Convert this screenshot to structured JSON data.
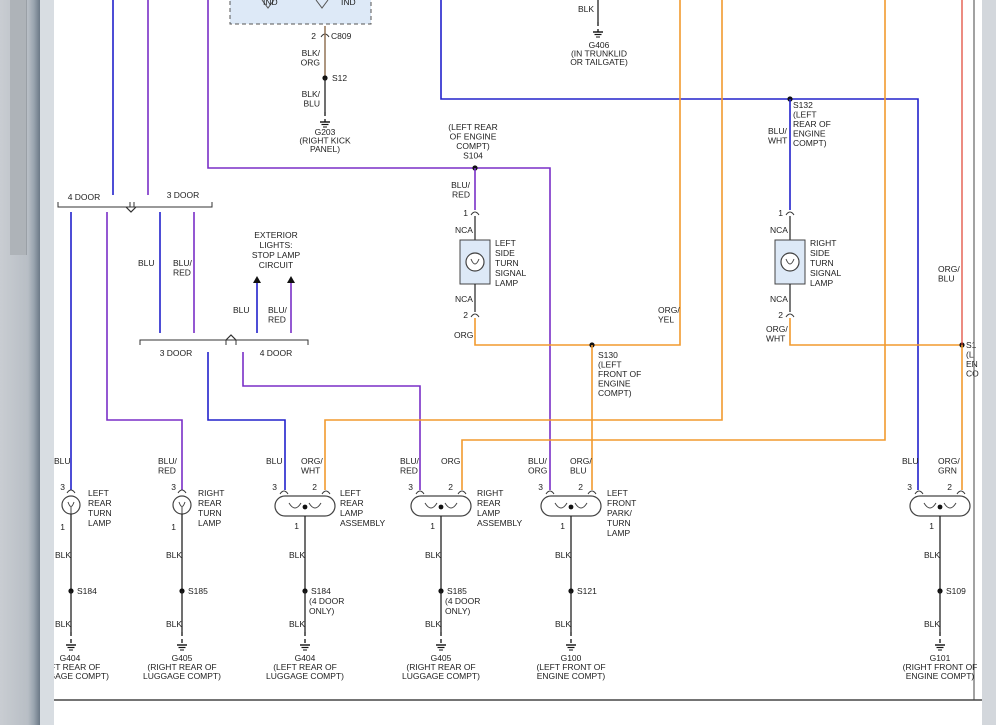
{
  "colors": {
    "blue": "#2222cc",
    "purple": "#7a2fc7",
    "orange": "#f29a2e",
    "black": "#222222",
    "brown": "#8a6a4a",
    "red": "#e0402e",
    "bulb_fill": "#dde9f7"
  },
  "top_items": {
    "ind_labels": [
      "IND",
      "IND"
    ],
    "c809_pin": "2",
    "c809": "C809",
    "wire_blk_org": [
      "BLK/",
      "ORG"
    ],
    "s12": "S12",
    "wire_blk_blu": [
      "BLK/",
      "BLU"
    ],
    "g203": [
      "G203",
      "(RIGHT KICK",
      "PANEL)"
    ],
    "blk_top": "BLK",
    "g406": [
      "G406",
      "(IN TRUNKLID",
      "OR TAILGATE)"
    ]
  },
  "splices": {
    "s104": [
      "(LEFT REAR",
      "OF ENGINE",
      "COMPT)",
      "S104"
    ],
    "s132": [
      "S132",
      "(LEFT",
      "REAR OF",
      "ENGINE",
      "COMPT)"
    ],
    "s130": [
      "S130",
      "(LEFT",
      "FRONT OF",
      "ENGINE",
      "COMPT)"
    ],
    "s1x": [
      "S1",
      "(L",
      "EN",
      "CO"
    ]
  },
  "door_brackets": {
    "four_door": "4 DOOR",
    "three_door": "3 DOOR"
  },
  "circuit": [
    "EXTERIOR",
    "LIGHTS:",
    "STOP LAMP",
    "CIRCUIT"
  ],
  "mid_wires": {
    "blu": "BLU",
    "blu_red": [
      "BLU/",
      "RED"
    ]
  },
  "turn_lamps": {
    "left": {
      "name": [
        "LEFT",
        "SIDE",
        "TURN",
        "SIGNAL",
        "LAMP"
      ],
      "wire_top": [
        "BLU/",
        "RED"
      ],
      "nca": "NCA",
      "pin1": "1",
      "pin2": "2",
      "wire_bot": "ORG"
    },
    "right": {
      "name": [
        "RIGHT",
        "SIDE",
        "TURN",
        "SIGNAL",
        "LAMP"
      ],
      "wire_top": [
        "BLU/",
        "WHT"
      ],
      "nca": "NCA",
      "pin1": "1",
      "pin2": "2",
      "wire_bot": [
        "ORG/",
        "WHT"
      ]
    }
  },
  "wire_labels": {
    "org_yel": [
      "ORG/",
      "YEL"
    ],
    "org_blu": [
      "ORG/",
      "BLU"
    ]
  },
  "bottom_wires": {
    "w1": "BLU",
    "w2": [
      "BLU/",
      "RED"
    ],
    "w3": "BLU",
    "w4": [
      "ORG/",
      "WHT"
    ],
    "w5": [
      "BLU/",
      "RED"
    ],
    "w6": "ORG",
    "w7": [
      "BLU/",
      "ORG"
    ],
    "w8": [
      "ORG/",
      "BLU"
    ],
    "w9": "BLU",
    "w10": [
      "ORG/",
      "GRN"
    ]
  },
  "lamps": {
    "l1": [
      "LEFT",
      "REAR",
      "TURN",
      "LAMP"
    ],
    "l2": [
      "RIGHT",
      "REAR",
      "TURN",
      "LAMP"
    ],
    "l3": [
      "LEFT",
      "REAR",
      "LAMP",
      "ASSEMBLY"
    ],
    "l4": [
      "RIGHT",
      "REAR",
      "LAMP",
      "ASSEMBLY"
    ],
    "l5": [
      "LEFT",
      "FRONT",
      "PARK/",
      "TURN",
      "LAMP"
    ]
  },
  "pins": {
    "p1": "1",
    "p2": "2",
    "p3": "3"
  },
  "blk": "BLK",
  "splices_bottom": [
    "S184",
    "S185",
    "S184",
    "(4 DOOR",
    "ONLY)",
    "S185",
    "(4 DOOR",
    "ONLY)",
    "S121",
    "S109"
  ],
  "grounds": [
    [
      "G404",
      "(LEFT REAR OF",
      "LUGGAGE COMPT)"
    ],
    [
      "G405",
      "(RIGHT REAR OF",
      "LUGGAGE COMPT)"
    ],
    [
      "G404",
      "(LEFT REAR OF",
      "LUGGAGE COMPT)"
    ],
    [
      "G405",
      "(RIGHT REAR OF",
      "LUGGAGE COMPT)"
    ],
    [
      "G100",
      "(LEFT FRONT OF",
      "ENGINE COMPT)"
    ],
    [
      "G101",
      "(RIGHT FRONT OF",
      "ENGINE COMPT)"
    ]
  ],
  "ground_partial": [
    "G404",
    "LEFT REAR OF",
    "LUGGAGE COMPT)"
  ],
  "ground_partial_right": [
    "G101",
    "(RIGHT FRONT OF",
    "ENGINE COMPT)"
  ],
  "edge_right": {
    "org_blu": [
      "ORG/",
      "BLU"
    ]
  }
}
